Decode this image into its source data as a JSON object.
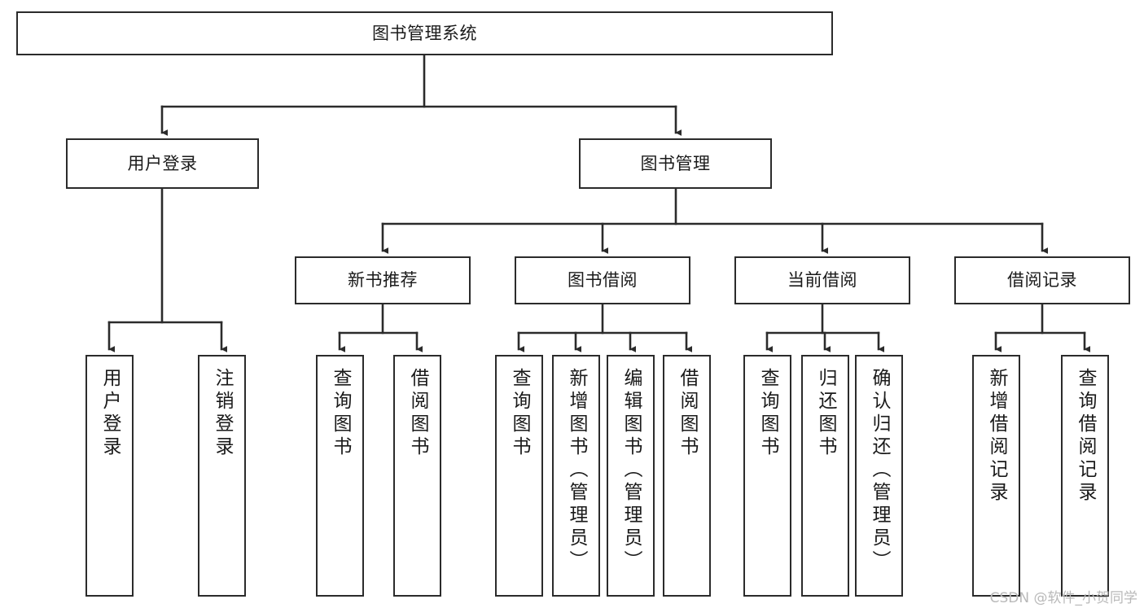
{
  "diagram": {
    "type": "tree-hierarchy",
    "title": "图书管理系统",
    "watermark": "CSDN @软件_小贺同学",
    "colors": {
      "box_border": "#2b2b2b",
      "box_fill": "#ffffff",
      "edge": "#2b2b2b",
      "text": "#1a1a1a",
      "watermark": "#b9b9b9",
      "background": "#ffffff"
    },
    "nodes": {
      "root": {
        "label": "图书管理系统"
      },
      "level2": [
        {
          "id": "user-login",
          "label": "用户登录"
        },
        {
          "id": "book-manage",
          "label": "图书管理"
        }
      ],
      "level3": [
        {
          "id": "new-book-rec",
          "label": "新书推荐"
        },
        {
          "id": "book-borrow",
          "label": "图书借阅"
        },
        {
          "id": "current-borrow",
          "label": "当前借阅"
        },
        {
          "id": "borrow-record",
          "label": "借阅记录"
        }
      ],
      "leaves": {
        "user-login": [
          {
            "id": "leaf-user-login",
            "label": "用户登录"
          },
          {
            "id": "leaf-logout",
            "label": "注销登录"
          }
        ],
        "new-book-rec": [
          {
            "id": "leaf-query-book-1",
            "label": "查询图书"
          },
          {
            "id": "leaf-borrow-book-1",
            "label": "借阅图书"
          }
        ],
        "book-borrow": [
          {
            "id": "leaf-query-book-2",
            "label": "查询图书"
          },
          {
            "id": "leaf-add-book",
            "label": "新增图书（管理员）"
          },
          {
            "id": "leaf-edit-book",
            "label": "编辑图书（管理员）"
          },
          {
            "id": "leaf-borrow-book-2",
            "label": "借阅图书"
          }
        ],
        "current-borrow": [
          {
            "id": "leaf-query-book-3",
            "label": "查询图书"
          },
          {
            "id": "leaf-return-book",
            "label": "归还图书"
          },
          {
            "id": "leaf-confirm-return",
            "label": "确认归还（管理员）"
          }
        ],
        "borrow-record": [
          {
            "id": "leaf-add-record",
            "label": "新增借阅记录"
          },
          {
            "id": "leaf-query-record",
            "label": "查询借阅记录"
          }
        ]
      }
    },
    "edges": [
      {
        "from": "图书管理系统",
        "to": "用户登录"
      },
      {
        "from": "图书管理系统",
        "to": "图书管理"
      },
      {
        "from": "用户登录",
        "to": "用户登录"
      },
      {
        "from": "用户登录",
        "to": "注销登录"
      },
      {
        "from": "图书管理",
        "to": "新书推荐"
      },
      {
        "from": "图书管理",
        "to": "图书借阅"
      },
      {
        "from": "图书管理",
        "to": "当前借阅"
      },
      {
        "from": "图书管理",
        "to": "借阅记录"
      },
      {
        "from": "新书推荐",
        "to": "查询图书"
      },
      {
        "from": "新书推荐",
        "to": "借阅图书"
      },
      {
        "from": "图书借阅",
        "to": "查询图书"
      },
      {
        "from": "图书借阅",
        "to": "新增图书（管理员）"
      },
      {
        "from": "图书借阅",
        "to": "编辑图书（管理员）"
      },
      {
        "from": "图书借阅",
        "to": "借阅图书"
      },
      {
        "from": "当前借阅",
        "to": "查询图书"
      },
      {
        "from": "当前借阅",
        "to": "归还图书"
      },
      {
        "from": "当前借阅",
        "to": "确认归还（管理员）"
      },
      {
        "from": "借阅记录",
        "to": "新增借阅记录"
      },
      {
        "from": "借阅记录",
        "to": "查询借阅记录"
      }
    ]
  }
}
